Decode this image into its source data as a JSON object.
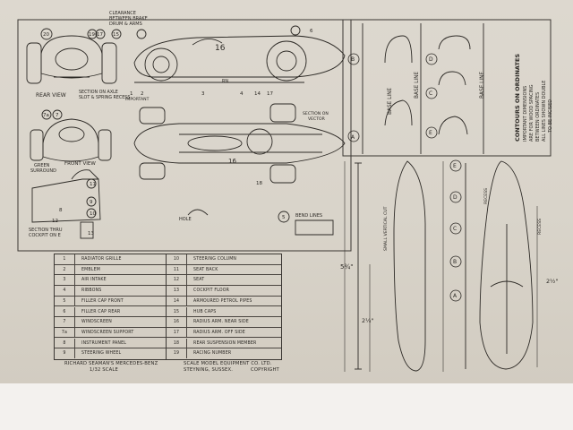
{
  "labels": {
    "clearance": "CLEARANCE",
    "between_brake": "BETWEEN BRAKE",
    "drum_arms": "DRUM & ARMS",
    "rear_view": "REAR VIEW",
    "section_line1": "SECTION ON AXLE",
    "section_line2": "SLOT & SPRING RECESS",
    "front_view": "FRONT VIEW",
    "green_surround_1": "GREEN",
    "green_surround_2": "SURROUND",
    "section_thru_1": "SECTION THRU",
    "section_thru_2": "COCKPIT ON E",
    "section_on_vector_1": "SECTION ON",
    "section_on_vector_2": "VECTOR",
    "hole": "HOLE",
    "bend_lines": "BEND LINES",
    "small_vertical_cut": "SMALL VERTICAL CUT",
    "recess_left": "RECESS",
    "recess_right": "RECESS",
    "base_line_1": "BASE LINE",
    "base_line_2": "BASE LINE",
    "base_line_3": "BASE LINE",
    "contours_title": "CONTOURS ON ORDINATES",
    "contours_note_1": "IMPORTANT DIMENSIONS",
    "contours_note_2": "ARE FOR WOOD SPACING",
    "contours_note_3": "BETWEEN ORDINATES",
    "contours_note_4": "ALL LINES SHOWN DOUBLE",
    "contours_note_5": "TO BE INCISED",
    "dim_length": "5¾\"",
    "dim_a": "2¼\"",
    "dim_width": "2½\"",
    "rn": "RN.",
    "important": "IMPORTANT"
  },
  "ordinates": [
    "A",
    "B",
    "C",
    "D",
    "E"
  ],
  "car_numbers": [
    "16",
    "16"
  ],
  "part_numbers": [
    "20",
    "19",
    "17",
    "15",
    "1",
    "2",
    "3",
    "4",
    "14",
    "17",
    "7a",
    "7",
    "11",
    "9",
    "10",
    "8",
    "12",
    "13",
    "5",
    "6",
    "18"
  ],
  "parts_left": [
    {
      "n": "1",
      "name": "RADIATOR GRILLE"
    },
    {
      "n": "2",
      "name": "EMBLEM"
    },
    {
      "n": "3",
      "name": "AIR INTAKE"
    },
    {
      "n": "4",
      "name": "RIBBONS"
    },
    {
      "n": "5",
      "name": "FILLER CAP FRONT"
    },
    {
      "n": "6",
      "name": "FILLER CAP REAR"
    },
    {
      "n": "7",
      "name": "WINDSCREEN"
    },
    {
      "n": "7a",
      "name": "WINDSCREEN SUPPORT"
    },
    {
      "n": "8",
      "name": "INSTRUMENT PANEL"
    },
    {
      "n": "9",
      "name": "STEERING WHEEL"
    }
  ],
  "parts_right": [
    {
      "n": "10",
      "name": "STEERING COLUMN"
    },
    {
      "n": "11",
      "name": "SEAT BACK"
    },
    {
      "n": "12",
      "name": "SEAT"
    },
    {
      "n": "13",
      "name": "COCKPIT FLOOR"
    },
    {
      "n": "14",
      "name": "ARMOURED PETROL PIPES"
    },
    {
      "n": "15",
      "name": "HUB CAPS"
    },
    {
      "n": "16",
      "name": "RADIUS ARM. NEAR SIDE"
    },
    {
      "n": "17",
      "name": "RADIUS ARM. OFF SIDE"
    },
    {
      "n": "18",
      "name": "REAR SUSPENSION MEMBER"
    },
    {
      "n": "19",
      "name": "RACING NUMBER"
    }
  ],
  "footer": {
    "title_line1": "RICHARD SEAMAN'S MERCEDES-BENZ",
    "title_line2": "1/32 SCALE",
    "maker_line1": "SCALE MODEL EQUIPMENT CO. LTD.",
    "maker_line2": "STEYNING, SUSSEX.",
    "copyright": "COPYRIGHT"
  }
}
